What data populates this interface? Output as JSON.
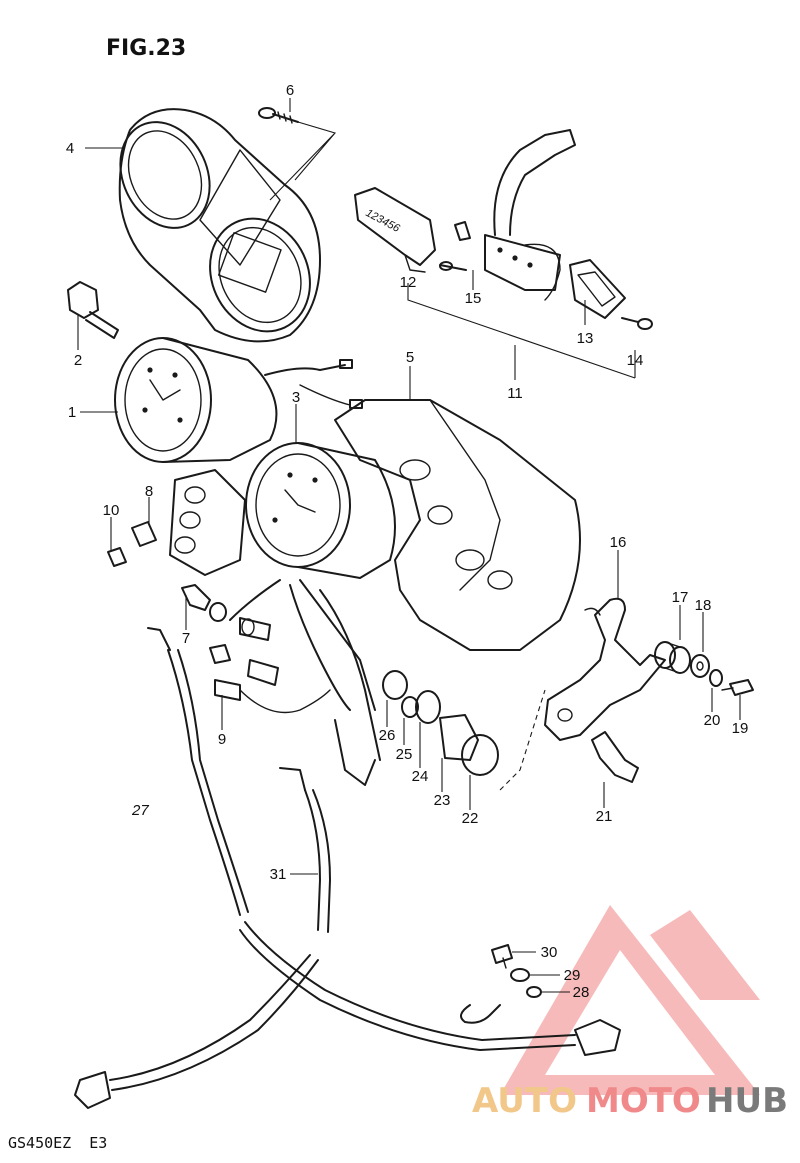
{
  "figure": {
    "title": "FIG.23",
    "model_code": "GS450EZ  E3"
  },
  "callouts": [
    {
      "id": "c1",
      "label": "1"
    },
    {
      "id": "c2",
      "label": "2"
    },
    {
      "id": "c3",
      "label": "3"
    },
    {
      "id": "c4",
      "label": "4"
    },
    {
      "id": "c5",
      "label": "5"
    },
    {
      "id": "c6",
      "label": "6"
    },
    {
      "id": "c7",
      "label": "7"
    },
    {
      "id": "c8",
      "label": "8"
    },
    {
      "id": "c9",
      "label": "9"
    },
    {
      "id": "c10",
      "label": "10"
    },
    {
      "id": "c11",
      "label": "11"
    },
    {
      "id": "c12",
      "label": "12"
    },
    {
      "id": "c13",
      "label": "13"
    },
    {
      "id": "c14",
      "label": "14"
    },
    {
      "id": "c15",
      "label": "15"
    },
    {
      "id": "c16",
      "label": "16"
    },
    {
      "id": "c17",
      "label": "17"
    },
    {
      "id": "c18",
      "label": "18"
    },
    {
      "id": "c19",
      "label": "19"
    },
    {
      "id": "c20",
      "label": "20"
    },
    {
      "id": "c21",
      "label": "21"
    },
    {
      "id": "c22",
      "label": "22"
    },
    {
      "id": "c23",
      "label": "23"
    },
    {
      "id": "c24",
      "label": "24"
    },
    {
      "id": "c25",
      "label": "25"
    },
    {
      "id": "c26",
      "label": "26"
    },
    {
      "id": "c27",
      "label": "27"
    },
    {
      "id": "c28",
      "label": "28"
    },
    {
      "id": "c29",
      "label": "29"
    },
    {
      "id": "c30",
      "label": "30"
    },
    {
      "id": "c31",
      "label": "31"
    }
  ],
  "indicator_digits": "123456",
  "watermark": {
    "part1": "AUTO",
    "part2": "MOTO",
    "part3": "HUB",
    "color_auto": "#f2c78a",
    "color_moto": "#f08a8a",
    "color_hub": "#7a7a7a",
    "color_triangle": "#f4a3a3"
  }
}
